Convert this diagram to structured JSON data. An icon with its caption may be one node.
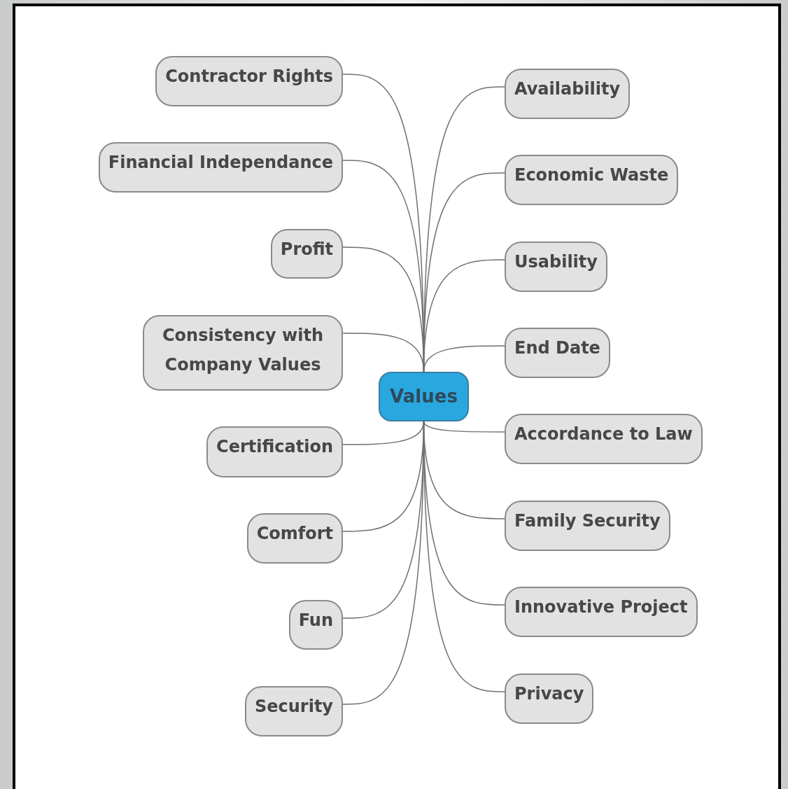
{
  "diagram": {
    "nodes": [
      {
        "text": [
          "Values"
        ]
      },
      {
        "text": [
          "Contractor Rights"
        ]
      },
      {
        "text": [
          "Financial Independance"
        ]
      },
      {
        "text": [
          "Profit"
        ]
      },
      {
        "text": [
          "Consistency with Company Values"
        ]
      },
      {
        "text": [
          "Certification"
        ]
      },
      {
        "text": [
          "Comfort"
        ]
      },
      {
        "text": [
          "Fun"
        ]
      },
      {
        "text": [
          "Security"
        ]
      },
      {
        "text": [
          "Availability"
        ]
      },
      {
        "text": [
          "Economic Waste"
        ]
      },
      {
        "text": [
          "Usability"
        ]
      },
      {
        "text": [
          "End Date"
        ]
      },
      {
        "text": [
          "Accordance to Law"
        ]
      },
      {
        "text": [
          "Family Security"
        ]
      },
      {
        "text": [
          "Innovative Project"
        ]
      },
      {
        "text": [
          "Privacy"
        ]
      }
    ],
    "edges": [
      {
        "from": 0,
        "to": 1,
        "arrow": "none"
      },
      {
        "from": 0,
        "to": 2,
        "arrow": "none"
      },
      {
        "from": 0,
        "to": 3,
        "arrow": "none"
      },
      {
        "from": 0,
        "to": 4,
        "arrow": "none"
      },
      {
        "from": 0,
        "to": 5,
        "arrow": "none"
      },
      {
        "from": 0,
        "to": 6,
        "arrow": "none"
      },
      {
        "from": 0,
        "to": 7,
        "arrow": "none"
      },
      {
        "from": 0,
        "to": 8,
        "arrow": "none"
      },
      {
        "from": 0,
        "to": 9,
        "arrow": "none"
      },
      {
        "from": 0,
        "to": 10,
        "arrow": "none"
      },
      {
        "from": 0,
        "to": 11,
        "arrow": "none"
      },
      {
        "from": 0,
        "to": 12,
        "arrow": "none"
      },
      {
        "from": 0,
        "to": 13,
        "arrow": "none"
      },
      {
        "from": 0,
        "to": 14,
        "arrow": "none"
      },
      {
        "from": 0,
        "to": 15,
        "arrow": "none"
      },
      {
        "from": 0,
        "to": 16,
        "arrow": "none"
      }
    ]
  }
}
